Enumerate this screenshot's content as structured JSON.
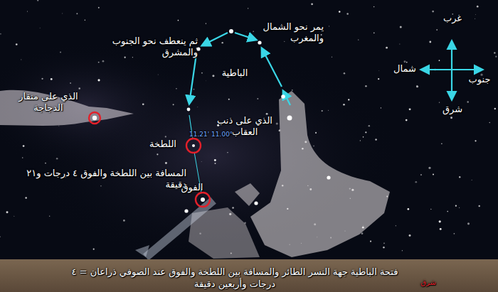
{
  "diagram": {
    "caption": "فتحة الباطية جهة النسر الطائر والمسافة بين اللطخة والفوق عند الصوفي ذراعان = ٤ درجات وأربعين دقيقة",
    "labels": [
      "غرب",
      "شمال",
      "جنوب",
      "شرق",
      "يمر نحو الشمال والمغرب",
      "ثم ينعطف نحو الجنوب والمشرق",
      "الباطية",
      "الذي على ذنب العقاب",
      "الذي على منقار الدجاجة",
      "اللطخة",
      "11.21' 11.00°",
      "المسافة بين اللطخة والفوق ٤ درجات و٢١ دقيقة",
      "الفوق",
      "شرق"
    ]
  }
}
